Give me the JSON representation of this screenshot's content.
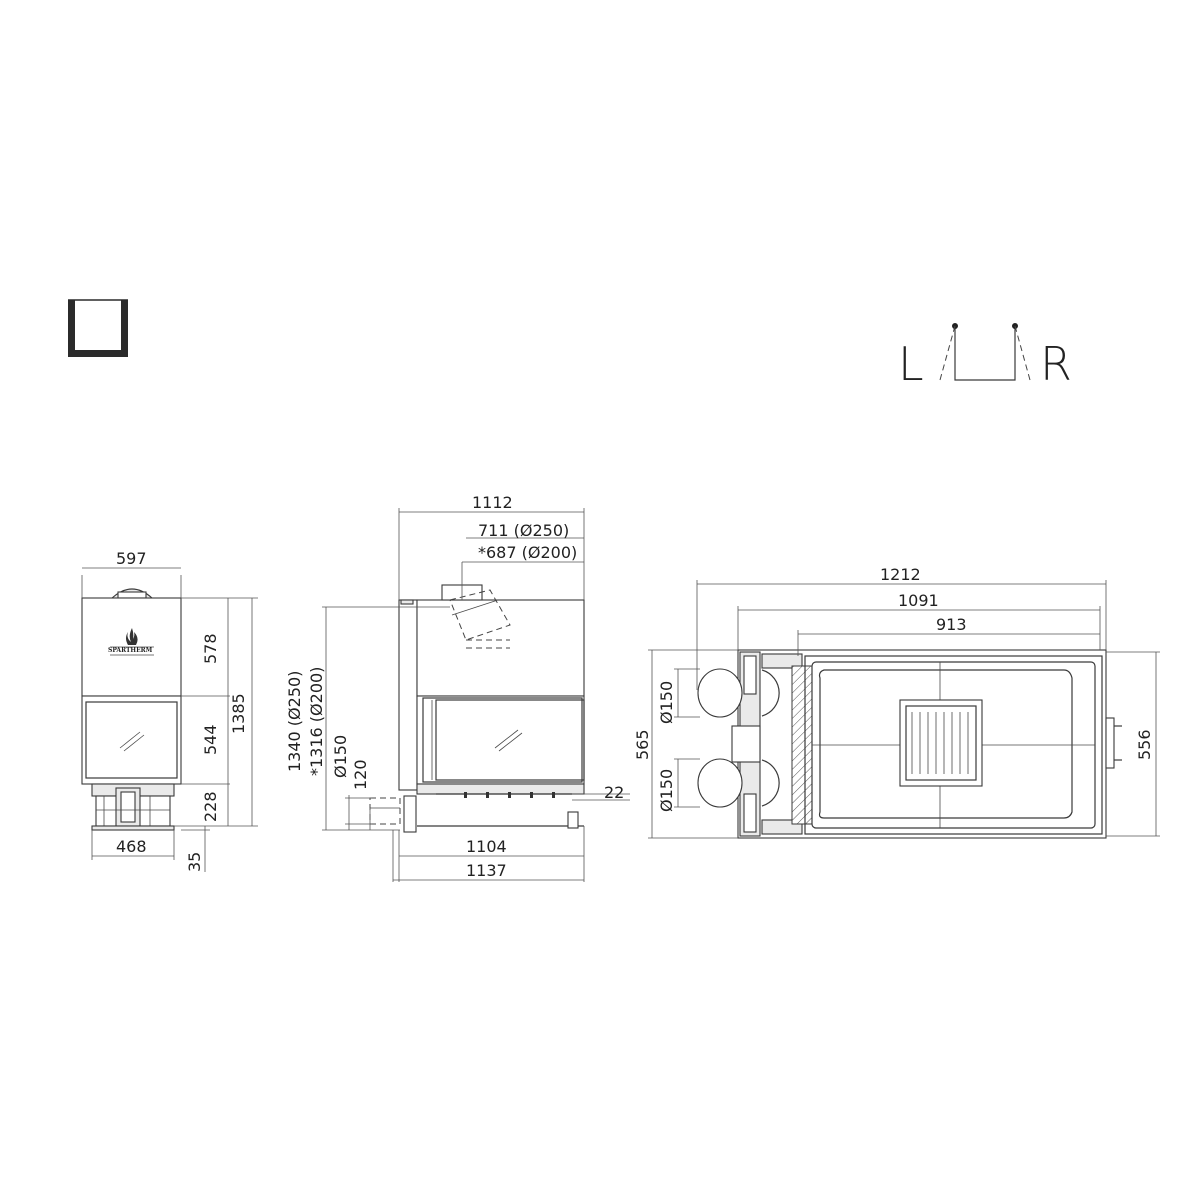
{
  "legend": {
    "left_letter": "L",
    "right_letter": "R"
  },
  "front_view": {
    "brand": "SPARTHERM",
    "dims": {
      "width": "597",
      "upper_height": "578",
      "glass_height": "544",
      "total_height": "1385",
      "base_height": "228",
      "base_width": "468",
      "foot": "35"
    }
  },
  "side_view": {
    "dims": {
      "depth_top": "1112",
      "flue_offset_250": "711 (Ø250)",
      "flue_offset_200": "*687 (Ø200)",
      "height_250": "1340 (Ø250)",
      "height_200": "*1316 (Ø200)",
      "air_dia": "Ø150",
      "air_height": "120",
      "bottom_depth": "1104",
      "total_depth": "1137",
      "step": "22"
    }
  },
  "top_view": {
    "dims": {
      "total_width": "1212",
      "inner_width": "1091",
      "firebox_width": "913",
      "depth_left": "565",
      "depth_right": "556",
      "air_dia_upper": "Ø150",
      "air_dia_lower": "Ø150"
    }
  }
}
